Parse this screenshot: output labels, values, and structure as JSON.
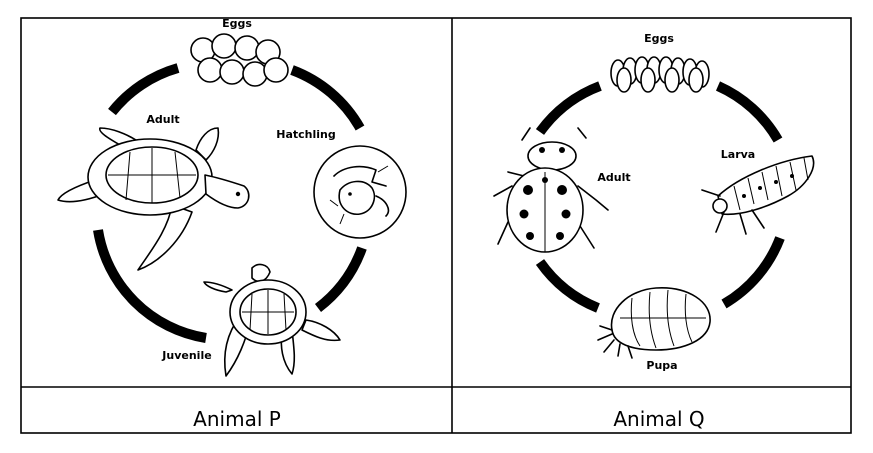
{
  "panels": [
    {
      "caption": "Animal P",
      "stages": {
        "top": "Eggs",
        "right": "Hatchling",
        "bottom": "Juvenile",
        "left": "Adult"
      },
      "icons": {
        "top": "turtle-eggs-icon",
        "right": "hatchling-turtle-icon",
        "bottom": "juvenile-turtle-icon",
        "left": "adult-turtle-icon"
      }
    },
    {
      "caption": "Animal Q",
      "stages": {
        "top": "Eggs",
        "right": "Larva",
        "bottom": "Pupa",
        "left": "Adult"
      },
      "icons": {
        "top": "beetle-eggs-icon",
        "right": "larva-icon",
        "bottom": "pupa-icon",
        "left": "ladybug-icon"
      }
    }
  ]
}
